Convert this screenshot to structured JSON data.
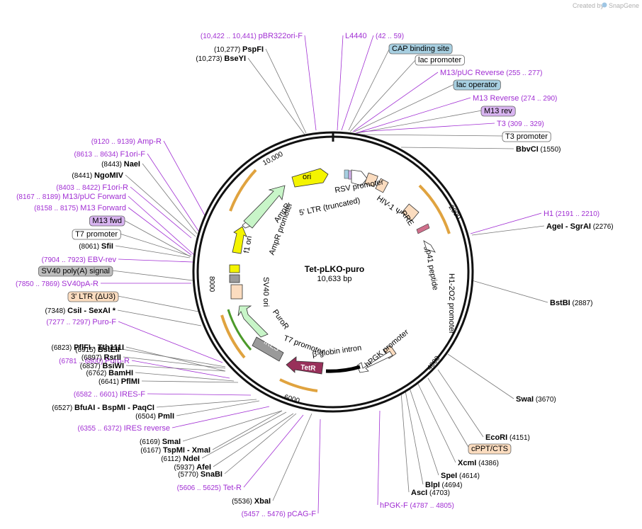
{
  "app": {
    "brand": "Created by",
    "brand_logo": "SnapGene"
  },
  "map": {
    "name": "Tet-pLKO-puro",
    "length": "10,633 bp",
    "ticks": [
      "2000",
      "4000",
      "6000",
      "8000",
      "10,000"
    ]
  },
  "colors": {
    "backbone": "#111111",
    "primer": "#a12fd3",
    "enzyme": "#000000",
    "feature_orange": "#e0a33f",
    "feature_green": "#c8f5c8",
    "feature_yellow": "#f4f400",
    "feature_tan": "#fbdcbf",
    "feature_gray": "#9a9a9a",
    "feature_maroon": "#98305a",
    "feature_blue": "#a7cfe1",
    "feature_lavender": "#d8b4f0"
  },
  "labels": [
    {
      "pos": "(10,422 .. 10,441)",
      "name": "pBR322ori-F",
      "kind": "primer"
    },
    {
      "pos": "",
      "name": "L4440",
      "kind": "primer"
    },
    {
      "pos": "(42 .. 59)",
      "name": "",
      "kind": "primer"
    },
    {
      "pos": "(10,277)",
      "name": "PspFI",
      "kind": "enzyme"
    },
    {
      "pos": "(10,273)",
      "name": "BseYI",
      "kind": "enzyme"
    },
    {
      "pos": "",
      "name": "CAP binding site",
      "kind": "box-blue"
    },
    {
      "pos": "",
      "name": "lac promoter",
      "kind": "box-white"
    },
    {
      "pos": "(255 .. 277)",
      "name": "M13/pUC Reverse",
      "kind": "primer"
    },
    {
      "pos": "",
      "name": "lac operator",
      "kind": "box-blue"
    },
    {
      "pos": "(274 .. 290)",
      "name": "M13 Reverse",
      "kind": "primer"
    },
    {
      "pos": "",
      "name": "M13 rev",
      "kind": "box-lavender"
    },
    {
      "pos": "(309 .. 329)",
      "name": "T3",
      "kind": "primer"
    },
    {
      "pos": "",
      "name": "T3 promoter",
      "kind": "box-white"
    },
    {
      "pos": "(1550)",
      "name": "BbvCI",
      "kind": "enzyme"
    },
    {
      "pos": "(2191 .. 2210)",
      "name": "H1",
      "kind": "primer"
    },
    {
      "pos": "(2276)",
      "name": "AgeI - SgrAI",
      "kind": "enzyme"
    },
    {
      "pos": "(2887)",
      "name": "BstBI",
      "kind": "enzyme"
    },
    {
      "pos": "(3670)",
      "name": "SwaI",
      "kind": "enzyme"
    },
    {
      "pos": "(4151)",
      "name": "EcoRI",
      "kind": "enzyme"
    },
    {
      "pos": "",
      "name": "cPPT/CTS",
      "kind": "box-tan"
    },
    {
      "pos": "(4386)",
      "name": "XcmI",
      "kind": "enzyme"
    },
    {
      "pos": "(4614)",
      "name": "SpeI",
      "kind": "enzyme"
    },
    {
      "pos": "(4694)",
      "name": "BlpI",
      "kind": "enzyme"
    },
    {
      "pos": "(4703)",
      "name": "AscI",
      "kind": "enzyme"
    },
    {
      "pos": "(4787 .. 4805)",
      "name": "hPGK-F",
      "kind": "primer"
    },
    {
      "pos": "(5457 .. 5476)",
      "name": "pCAG-F",
      "kind": "primer"
    },
    {
      "pos": "(5536)",
      "name": "XbaI",
      "kind": "enzyme"
    },
    {
      "pos": "(5606 .. 5625)",
      "name": "Tet-R",
      "kind": "primer"
    },
    {
      "pos": "(5770)",
      "name": "SnaBI",
      "kind": "enzyme"
    },
    {
      "pos": "(5937)",
      "name": "AfeI",
      "kind": "enzyme"
    },
    {
      "pos": "(6112)",
      "name": "NdeI",
      "kind": "enzyme"
    },
    {
      "pos": "(6167)",
      "name": "TspMI - XmaI",
      "kind": "enzyme"
    },
    {
      "pos": "(6169)",
      "name": "SmaI",
      "kind": "enzyme"
    },
    {
      "pos": "(6355 .. 6372)",
      "name": "IRES reverse",
      "kind": "primer"
    },
    {
      "pos": "(6504)",
      "name": "PmlI",
      "kind": "enzyme"
    },
    {
      "pos": "(6527)",
      "name": "BfuAI - BspMI - PaqCI",
      "kind": "enzyme"
    },
    {
      "pos": "(6582 .. 6601)",
      "name": "IRES-F",
      "kind": "primer"
    },
    {
      "pos": "(6641)",
      "name": "PflMI",
      "kind": "enzyme"
    },
    {
      "pos": "(6762)",
      "name": "BamHI",
      "kind": "enzyme"
    },
    {
      "pos": "(6781 .. 6800)",
      "name": "Puro-R",
      "kind": "primer"
    },
    {
      "pos": "(6823)",
      "name": "PflFI - Tth111I",
      "kind": "enzyme"
    },
    {
      "pos": "(6837)",
      "name": "BsiWI",
      "kind": "enzyme"
    },
    {
      "pos": "(6897)",
      "name": "RsrII",
      "kind": "enzyme"
    },
    {
      "pos": "(6915)",
      "name": "BstEII",
      "kind": "enzyme"
    },
    {
      "pos": "(7277 .. 7297)",
      "name": "Puro-F",
      "kind": "primer"
    },
    {
      "pos": "(7348)",
      "name": "CsiI - SexAI *",
      "kind": "enzyme"
    },
    {
      "pos": "",
      "name": "3' LTR (ΔU3)",
      "kind": "box-tan"
    },
    {
      "pos": "(7850 .. 7869)",
      "name": "SV40pA-R",
      "kind": "primer"
    },
    {
      "pos": "",
      "name": "SV40 poly(A) signal",
      "kind": "box-gray"
    },
    {
      "pos": "(7904 .. 7923)",
      "name": "EBV-rev",
      "kind": "primer"
    },
    {
      "pos": "(8061)",
      "name": "SfiI",
      "kind": "enzyme"
    },
    {
      "pos": "",
      "name": "T7 promoter",
      "kind": "box-white"
    },
    {
      "pos": "",
      "name": "M13 fwd",
      "kind": "box-lavender"
    },
    {
      "pos": "(8158 .. 8175)",
      "name": "M13 Forward",
      "kind": "primer"
    },
    {
      "pos": "(8167 .. 8189)",
      "name": "M13/pUC Forward",
      "kind": "primer"
    },
    {
      "pos": "(8403 .. 8422)",
      "name": "F1ori-R",
      "kind": "primer"
    },
    {
      "pos": "(8441)",
      "name": "NgoMIV",
      "kind": "enzyme"
    },
    {
      "pos": "(8443)",
      "name": "NaeI",
      "kind": "enzyme"
    },
    {
      "pos": "(8613 .. 8634)",
      "name": "F1ori-F",
      "kind": "primer"
    },
    {
      "pos": "(9120 .. 9139)",
      "name": "Amp-R",
      "kind": "primer"
    }
  ],
  "inner_features": [
    {
      "name": "ori"
    },
    {
      "name": "RSV promoter"
    },
    {
      "name": "5' LTR (truncated)"
    },
    {
      "name": "HIV-1 Ψ"
    },
    {
      "name": "RRE"
    },
    {
      "name": "gp41 peptide"
    },
    {
      "name": "H1-2O2 promoter"
    },
    {
      "name": "hPGK promoter"
    },
    {
      "name": "β-globin intron"
    },
    {
      "name": "TetR"
    },
    {
      "name": "T7 promoter"
    },
    {
      "name": "IRES"
    },
    {
      "name": "PuroR"
    },
    {
      "name": "SV40 ori"
    },
    {
      "name": "f1 ori"
    },
    {
      "name": "AmpR promoter"
    },
    {
      "name": "AmpR"
    }
  ]
}
